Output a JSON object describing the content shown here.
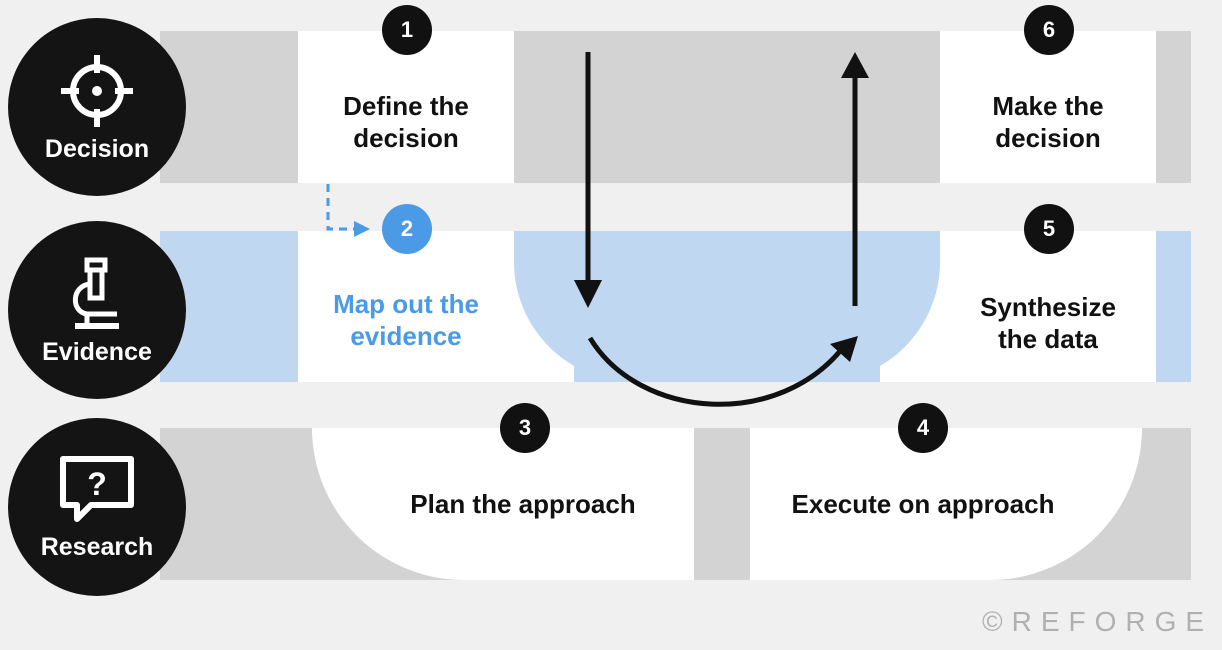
{
  "levels": [
    {
      "label": "Decision",
      "icon": "target-icon"
    },
    {
      "label": "Evidence",
      "icon": "microscope-icon"
    },
    {
      "label": "Research",
      "icon": "question-speech-bubble-icon"
    }
  ],
  "steps": [
    {
      "number": "1",
      "text": "Define the\ndecision"
    },
    {
      "number": "2",
      "text": "Map out the\nevidence"
    },
    {
      "number": "3",
      "text": "Plan the approach"
    },
    {
      "number": "4",
      "text": "Execute on approach"
    },
    {
      "number": "5",
      "text": "Synthesize\nthe data"
    },
    {
      "number": "6",
      "text": "Make the\ndecision"
    }
  ],
  "brand": "©REFORGE",
  "colors": {
    "background": "#f0f0f0",
    "gray_band": "#d3d3d3",
    "blue_band": "#bfd7f0",
    "accent_blue": "#4a9ae6",
    "dark": "#111111",
    "card": "#ffffff"
  }
}
